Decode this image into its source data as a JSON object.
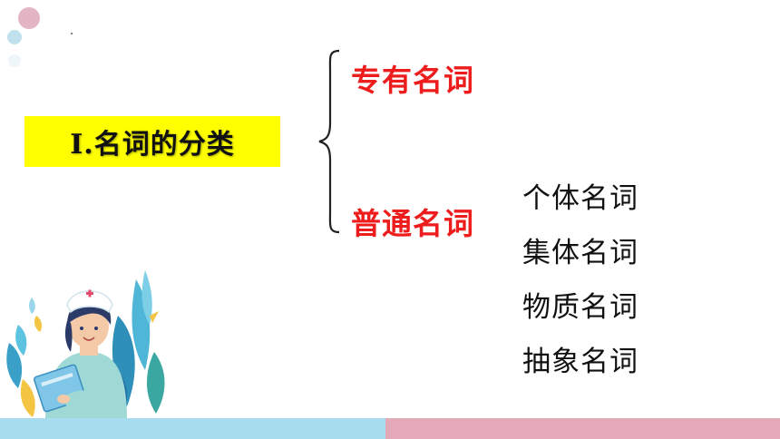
{
  "title": "Ⅰ.名词的分类",
  "categories": [
    {
      "label": "专有名词"
    },
    {
      "label": "普通名词"
    }
  ],
  "subcategories": [
    "个体名词",
    "集体名词",
    "物质名词",
    "抽象名词"
  ],
  "colors": {
    "title_highlight": "#ffff00",
    "category_text": "#ee1d1d",
    "bar_left": "#a8dcef",
    "bar_right": "#e3a9b9",
    "circle_pink": "#e3b5c4",
    "circle_blue": "#bfe1ee"
  },
  "icons": [
    "brace-icon",
    "nurse-illustration"
  ]
}
